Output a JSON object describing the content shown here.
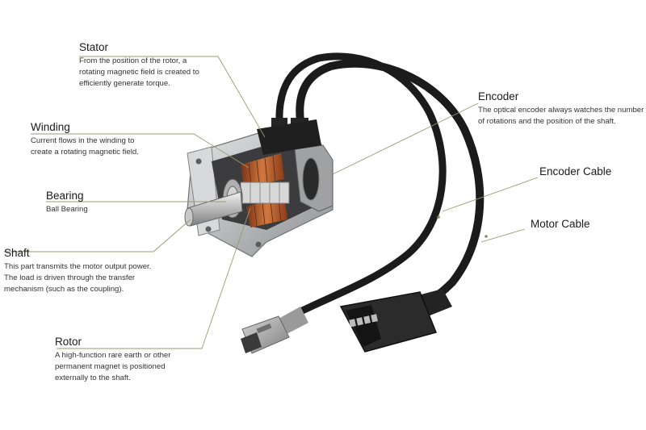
{
  "diagram": {
    "parts": [
      {
        "id": "stator",
        "title": "Stator",
        "description": [
          "From the position of the rotor, a",
          "rotating magnetic field is created to",
          "efficiently generate torque."
        ]
      },
      {
        "id": "winding",
        "title": "Winding",
        "description": [
          "Current flows in the winding to",
          "create a rotating magnetic field."
        ]
      },
      {
        "id": "bearing",
        "title": "Bearing",
        "description": [
          "Ball Bearing"
        ]
      },
      {
        "id": "shaft",
        "title": "Shaft",
        "description": [
          "This part transmits the motor output power.",
          "The load is driven through the transfer",
          "mechanism (such as the coupling)."
        ]
      },
      {
        "id": "rotor",
        "title": "Rotor",
        "description": [
          "A high-function rare earth or other",
          "permanent magnet is positioned",
          "externally to the shaft."
        ]
      },
      {
        "id": "encoder",
        "title": "Encoder",
        "description": [
          "The optical encoder always watches the number",
          "of rotations and the position of the shaft."
        ]
      },
      {
        "id": "encoder-cable",
        "title": "Encoder Cable",
        "description": []
      },
      {
        "id": "motor-cable",
        "title": "Motor Cable",
        "description": []
      }
    ],
    "colors": {
      "leader_line": "#9a9a70",
      "housing": "#c4c6c8",
      "winding_copper": "#c0622e",
      "cable": "#1b1b1b",
      "connector": "#2a2a2a",
      "plug": "#8c8c8c"
    }
  }
}
